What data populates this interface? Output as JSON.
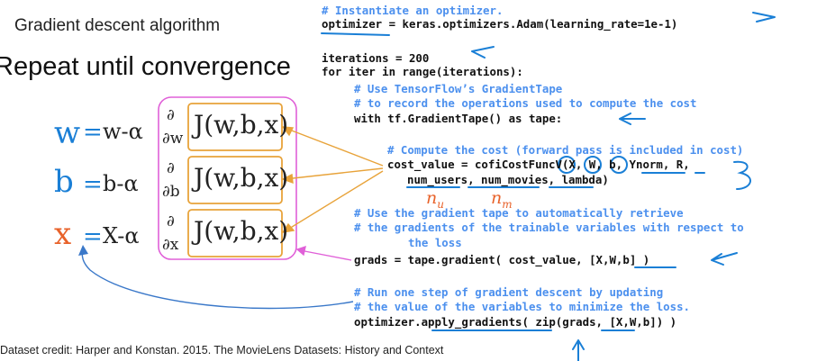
{
  "slide": {
    "title": "Gradient descent algorithm",
    "subtitle": "Repeat until convergence",
    "credit": "Dataset credit: Harper and Konstan. 2015. The MovieLens Datasets: History and Context"
  },
  "equations": [
    {
      "var": "w",
      "rhs": "w-α",
      "deriv_num": "∂",
      "deriv_den": "∂w",
      "cost": "J(w,b,x)",
      "color": "#1a7fd6"
    },
    {
      "var": "b",
      "rhs": "b-α",
      "deriv_num": "∂",
      "deriv_den": "∂b",
      "cost": "J(w,b,x)",
      "color": "#1a7fd6"
    },
    {
      "var": "x",
      "rhs": "X-α",
      "deriv_num": "∂",
      "deriv_den": "∂x",
      "cost": "J(w,b,x)",
      "color": "#e8622a"
    }
  ],
  "equation_colors": {
    "rhs": "#222222",
    "box": "#e8a33a",
    "outer_box": "#e060d8",
    "arrow": "#e8a33a"
  },
  "code": {
    "c1": "# Instantiate an optimizer.",
    "l2": "optimizer = keras.optimizers.Adam(learning_rate=1e-1)",
    "l4": "iterations = 200",
    "l5": "for iter in range(iterations):",
    "c6": "# Use TensorFlow’s GradientTape",
    "c7": "# to record the operations used to compute the cost",
    "l8": "with tf.GradientTape() as tape:",
    "c10": "# Compute the cost (forward pass is included in cost)",
    "l11": "cost_value = cofiCostFuncV(X, W, b, Ynorm, R,",
    "l12": "num_users, num_movies, lambda)",
    "c14": "# Use the gradient tape to automatically retrieve",
    "c15": "# the gradients of the trainable variables with respect to",
    "c16": "the loss",
    "l17": "grads = tape.gradient( cost_value, [X,W,b] )",
    "c19": "# Run one step of gradient descent by updating",
    "c20": "# the value of the variables to minimize the loss.",
    "l21": "optimizer.apply_gradients( zip(grads, [X,W,b]) )"
  },
  "annotations": {
    "nu": "n",
    "nu_sub": "u",
    "nm": "n",
    "nm_sub": "m",
    "color": "#e8622a",
    "ink": "#1a7fd6"
  }
}
